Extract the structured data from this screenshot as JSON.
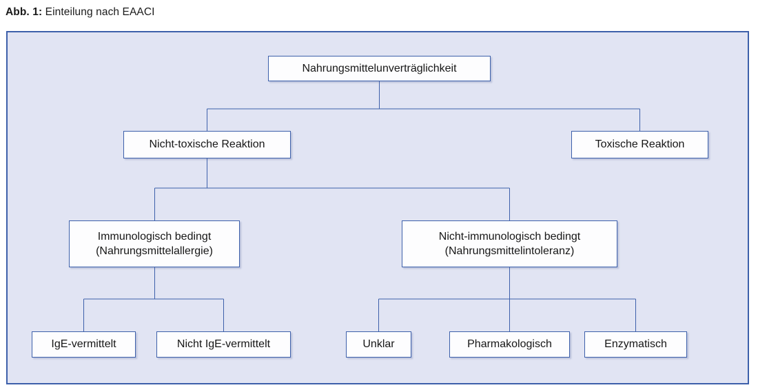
{
  "caption": {
    "label": "Abb. 1:",
    "text": " Einteilung nach EAACI"
  },
  "colors": {
    "panel_background": "#e1e4f3",
    "panel_border": "#3c5faa",
    "node_background": "#fdfdfe",
    "node_border": "#3c5faa",
    "connector": "#3c5faa",
    "text": "#161616",
    "page_background": "#ffffff"
  },
  "diagram": {
    "title": "Einteilung nach EAACI",
    "type": "tree",
    "nodes": {
      "root": {
        "label": "Nahrungsmittelunverträglichkeit"
      },
      "nicht_toxisch": {
        "label": "Nicht-toxische Reaktion"
      },
      "toxisch": {
        "label": "Toxische Reaktion"
      },
      "immunologisch": {
        "line1": "Immunologisch bedingt",
        "line2": "(Nahrungsmittelallergie)"
      },
      "nicht_immunologisch": {
        "line1": "Nicht-immunologisch bedingt",
        "line2": "(Nahrungsmittelintoleranz)"
      },
      "ige": {
        "label": "IgE-vermittelt"
      },
      "nicht_ige": {
        "label": "Nicht IgE-vermittelt"
      },
      "unklar": {
        "label": "Unklar"
      },
      "pharmakologisch": {
        "label": "Pharmakologisch"
      },
      "enzymatisch": {
        "label": "Enzymatisch"
      }
    },
    "edges": [
      {
        "from": "root",
        "to": "nicht_toxisch"
      },
      {
        "from": "root",
        "to": "toxisch"
      },
      {
        "from": "nicht_toxisch",
        "to": "immunologisch"
      },
      {
        "from": "nicht_toxisch",
        "to": "nicht_immunologisch"
      },
      {
        "from": "immunologisch",
        "to": "ige"
      },
      {
        "from": "immunologisch",
        "to": "nicht_ige"
      },
      {
        "from": "nicht_immunologisch",
        "to": "unklar"
      },
      {
        "from": "nicht_immunologisch",
        "to": "pharmakologisch"
      },
      {
        "from": "nicht_immunologisch",
        "to": "enzymatisch"
      }
    ]
  }
}
